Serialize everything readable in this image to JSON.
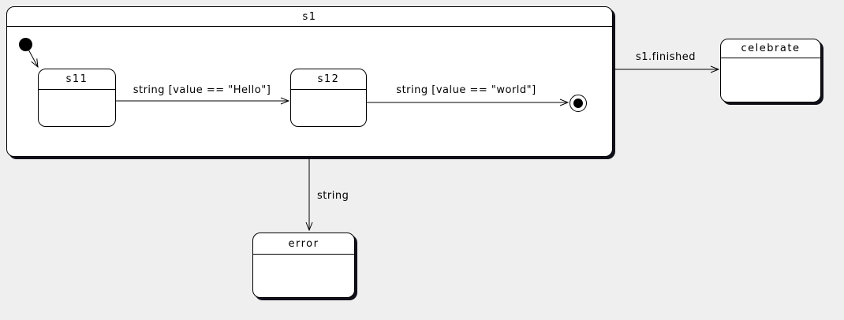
{
  "colors": {
    "canvas_background": "#efefef",
    "state_fill": "#ffffff",
    "line": "#000000",
    "shadow": "#10101a"
  },
  "statechart": {
    "states": [
      {
        "id": "s1",
        "label": "s1",
        "type": "composite"
      },
      {
        "id": "s11",
        "label": "s11",
        "type": "simple",
        "parent": "s1"
      },
      {
        "id": "s12",
        "label": "s12",
        "type": "simple",
        "parent": "s1"
      },
      {
        "id": "celebrate",
        "label": "celebrate",
        "type": "simple"
      },
      {
        "id": "error",
        "label": "error",
        "type": "simple"
      }
    ],
    "pseudostates": [
      {
        "id": "initial",
        "type": "initial",
        "parent": "s1"
      },
      {
        "id": "final",
        "type": "final",
        "parent": "s1"
      }
    ],
    "transitions": [
      {
        "from": "initial",
        "to": "s11",
        "label": ""
      },
      {
        "from": "s11",
        "to": "s12",
        "label": "string [value == \"Hello\"]"
      },
      {
        "from": "s12",
        "to": "final",
        "label": "string [value == \"world\"]"
      },
      {
        "from": "s1",
        "to": "celebrate",
        "label": "s1.finished"
      },
      {
        "from": "s1",
        "to": "error",
        "label": "string"
      }
    ]
  }
}
